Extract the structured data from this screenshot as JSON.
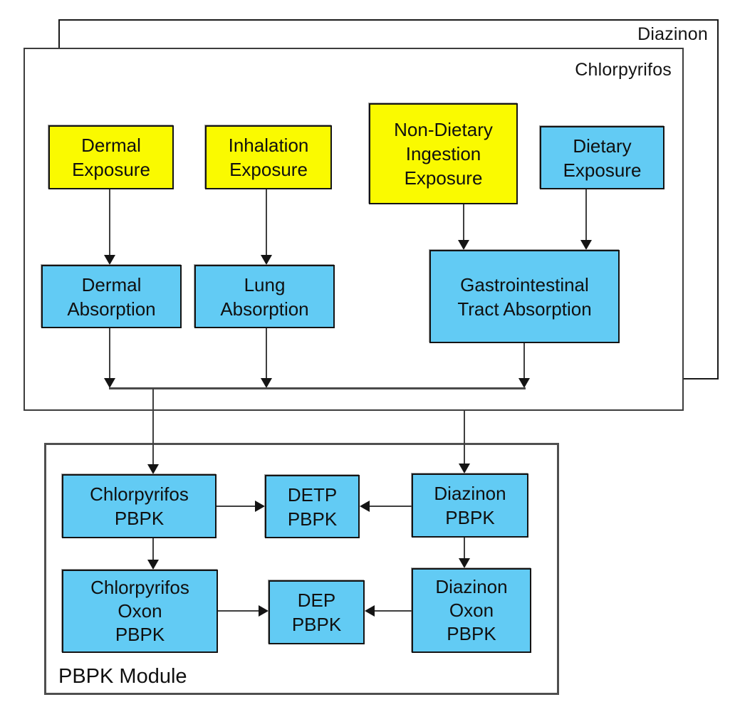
{
  "colors": {
    "exposure_highlight": "#FAFA00",
    "box_blue": "#62CBF4",
    "line": "#3F3F3F",
    "text": "#101010"
  },
  "diagram": {
    "frames": {
      "diazinon": {
        "label": "Diazinon"
      },
      "chlorpyrifos": {
        "label": "Chlorpyrifos"
      },
      "pbpk_module": {
        "label": "PBPK Module"
      }
    },
    "boxes": {
      "dermal_exposure": {
        "label": "Dermal\nExposure",
        "color": "yellow"
      },
      "inhalation_exposure": {
        "label": "Inhalation\nExposure",
        "color": "yellow"
      },
      "nondietary_ingestion_exposure": {
        "label": "Non-Dietary\nIngestion\nExposure",
        "color": "yellow"
      },
      "dietary_exposure": {
        "label": "Dietary\nExposure",
        "color": "blue"
      },
      "dermal_absorption": {
        "label": "Dermal\nAbsorption",
        "color": "blue"
      },
      "lung_absorption": {
        "label": "Lung\nAbsorption",
        "color": "blue"
      },
      "gi_absorption": {
        "label": "Gastrointestinal\nTract Absorption",
        "color": "blue"
      },
      "chlorpyrifos_pbpk": {
        "label": "Chlorpyrifos\nPBPK",
        "color": "blue"
      },
      "detp_pbpk": {
        "label": "DETP\nPBPK",
        "color": "blue"
      },
      "diazinon_pbpk": {
        "label": "Diazinon\nPBPK",
        "color": "blue"
      },
      "chlorpyrifos_oxon_pbpk": {
        "label": "Chlorpyrifos\nOxon\nPBPK",
        "color": "blue"
      },
      "dep_pbpk": {
        "label": "DEP\nPBPK",
        "color": "blue"
      },
      "diazinon_oxon_pbpk": {
        "label": "Diazinon\nOxon\nPBPK",
        "color": "blue"
      }
    }
  }
}
